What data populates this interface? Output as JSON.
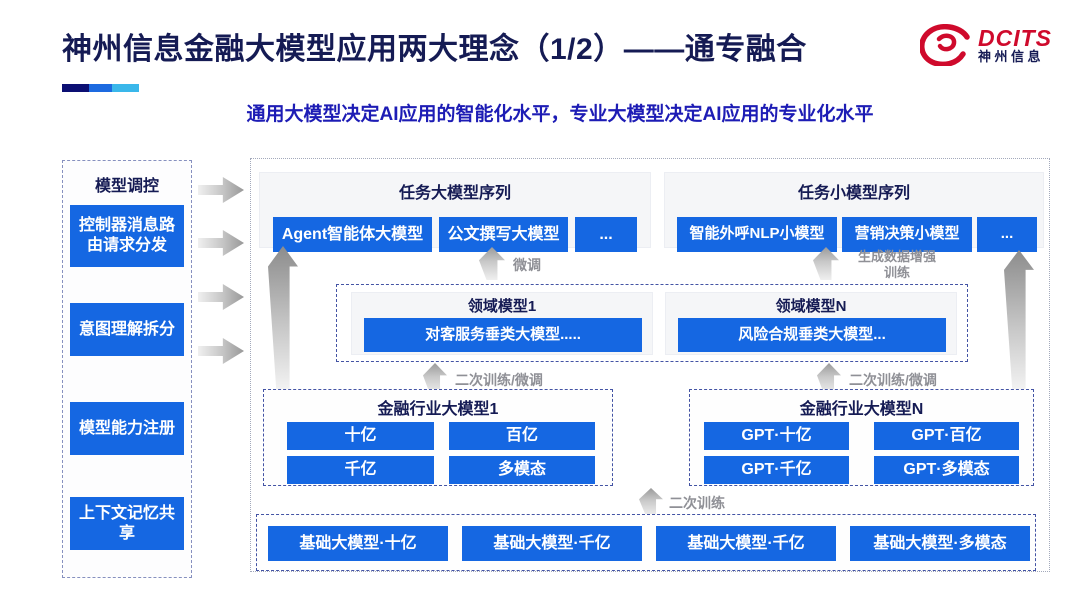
{
  "slide": {
    "title": "神州信息金融大模型应用两大理念（1/2）——通专融合",
    "subtitle": "通用大模型决定AI应用的智能化水平，专业大模型决定AI应用的专业化水平",
    "logo": {
      "name": "DCITS",
      "name_cn": "神州信息"
    }
  },
  "colors": {
    "box_blue": "#1567e2",
    "title_navy": "#151b54",
    "subtitle_blue": "#1d1cb5",
    "logo_red": "#cf0a2c",
    "bar_navy": "#0c0f73",
    "bar_blue": "#1d6ae0",
    "bar_cyan": "#3ab7ea",
    "arrow_gray": "#9a9a9a"
  },
  "sidebar": {
    "title": "模型调控",
    "items": [
      {
        "label": "控制器消息路由请求分发"
      },
      {
        "label": "意图理解拆分"
      },
      {
        "label": "模型能力注册"
      },
      {
        "label": "上下文记忆共享"
      }
    ]
  },
  "diagram": {
    "task_large": {
      "title": "任务大模型序列",
      "items": [
        "Agent智能体大模型",
        "公文撰写大模型",
        "..."
      ]
    },
    "task_small": {
      "title": "任务小模型序列",
      "items": [
        "智能外呼NLP小模型",
        "营销决策小模型",
        "..."
      ]
    },
    "domain": {
      "groups": [
        {
          "title": "领域模型1",
          "model": "对客服务垂类大模型....."
        },
        {
          "title": "领域模型N",
          "model": "风险合规垂类大模型..."
        }
      ]
    },
    "industry1": {
      "title": "金融行业大模型1",
      "items": [
        "十亿",
        "百亿",
        "千亿",
        "多模态"
      ]
    },
    "industryN": {
      "title": "金融行业大模型N",
      "items": [
        "GPT·十亿",
        "GPT·百亿",
        "GPT·千亿",
        "GPT·多模态"
      ]
    },
    "base": {
      "items": [
        "基础大模型·十亿",
        "基础大模型·千亿",
        "基础大模型·千亿",
        "基础大模型·多模态"
      ]
    },
    "labels": {
      "fine_tune": "微调",
      "gen_aug_1": "生成数据增强",
      "gen_aug_2": "训练",
      "retrain_left": "二次训练/微调",
      "retrain_right": "二次训练/微调",
      "retrain_bottom": "二次训练"
    }
  }
}
